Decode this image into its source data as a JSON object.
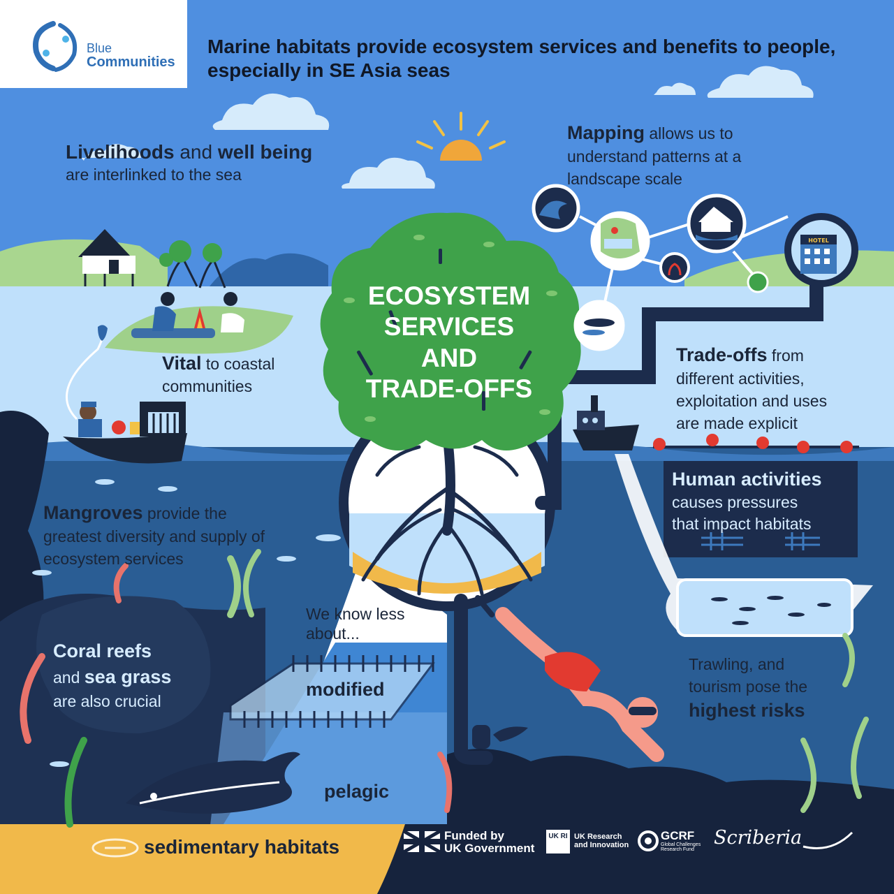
{
  "logo": {
    "line1": "Blue",
    "line2": "Communities"
  },
  "title": "Marine habitats provide ecosystem services and benefits to people, especially in SE Asia seas",
  "center": {
    "line1": "ECOSYSTEM",
    "line2": "SERVICES",
    "line3": "AND",
    "line4": "TRADE-OFFS"
  },
  "livelihoods": {
    "bold1": "Livelihoods",
    "mid": " and ",
    "bold2": "well being",
    "rest": "are interlinked to the sea"
  },
  "mapping": {
    "bold": "Mapping",
    "rest1": " allows us to",
    "rest2": "understand patterns at a",
    "rest3": "landscape scale"
  },
  "vital": {
    "bold": "Vital",
    "rest1": " to coastal",
    "rest2": "communities"
  },
  "tradeoffs": {
    "bold": "Trade-offs",
    "rest1": " from",
    "rest2": "different activities,",
    "rest3": "exploitation and uses",
    "rest4": "are made explicit"
  },
  "human": {
    "bold": "Human activities",
    "rest1": "causes pressures",
    "rest2": "that impact habitats"
  },
  "mangroves": {
    "bold": "Mangroves",
    "rest1": " provide the",
    "rest2": "greatest diversity and supply of",
    "rest3": "ecosystem services"
  },
  "coral": {
    "bold1": "Coral reefs",
    "and": "and ",
    "bold2": "sea grass",
    "rest": "are also crucial"
  },
  "knowless": {
    "line1": "We know less",
    "line2": "about..."
  },
  "modified": "modified",
  "pelagic": "pelagic",
  "sedimentary": "sedimentary habitats",
  "trawling": {
    "line1": "Trawling,  and",
    "line2": "tourism pose the",
    "bold": "highest risks"
  },
  "hotel_sign": "HOTEL",
  "footer": {
    "uk_line1": "Funded by",
    "uk_line2": "UK Government",
    "ukri_mark": "UK RI",
    "ukri_line1": "UK Research",
    "ukri_line2": "and Innovation",
    "gcrf": "GCRF",
    "gcrf_sub1": "Global Challenges",
    "gcrf_sub2": "Research Fund",
    "scriberia": "Scriberia"
  },
  "colors": {
    "sky": "#4f8fe0",
    "sea_light": "#bfe0fb",
    "sea_deep": "#2a5d94",
    "dark_navy": "#1c2c4c",
    "tree_green": "#3fa24a",
    "land_green": "#9fd08a",
    "sand": "#f1b94a",
    "swimsuit_red": "#e23a30"
  }
}
